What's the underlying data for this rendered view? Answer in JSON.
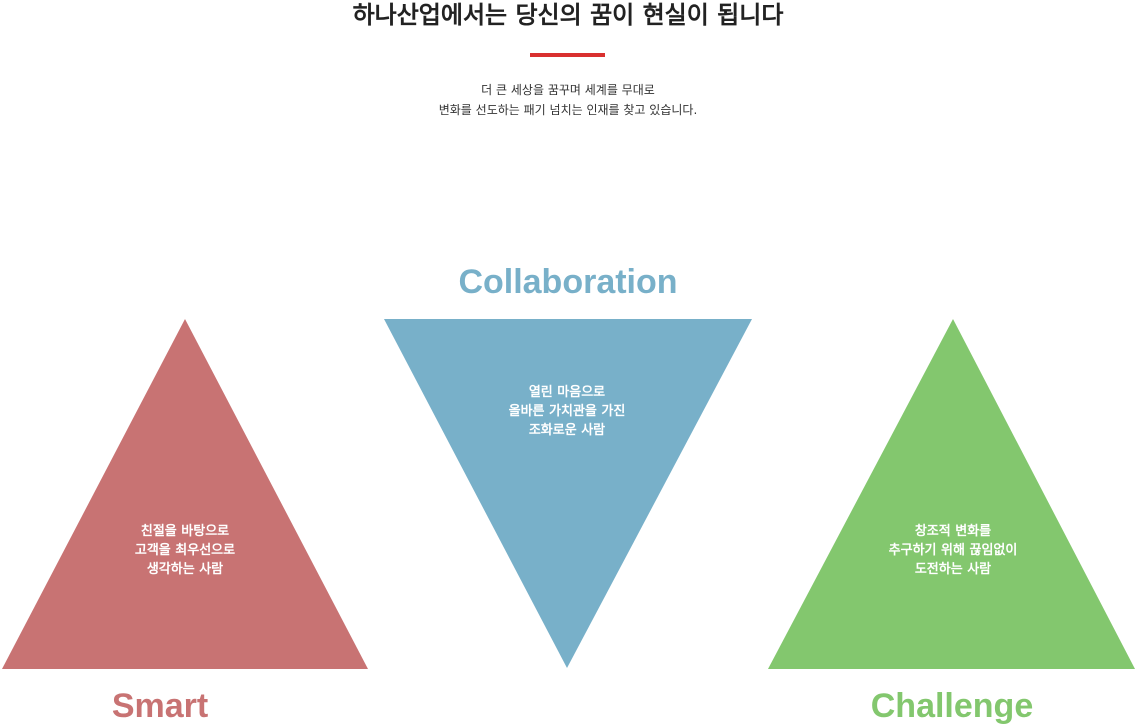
{
  "header": {
    "title": "하나산업에서는 당신의 꿈이 현실이 됩니다",
    "subtitle_lines": [
      "더 큰 세상을 꿈꾸며 세계를 무대로",
      "변화를 선도하는 패기 넘치는 인재를 찾고 있습니다."
    ]
  },
  "colors": {
    "accent": "#d9302f",
    "smart": "#c87373",
    "collaboration": "#78b0c9",
    "challenge": "#83c76e"
  },
  "values": [
    {
      "key": "smart",
      "title": "Smart",
      "lines": [
        "친절을 바탕으로",
        "고객을 최우선으로",
        "생각하는 사람"
      ]
    },
    {
      "key": "collaboration",
      "title": "Collaboration",
      "lines": [
        "열린 마음으로",
        "올바른 가치관을 가진",
        "조화로운 사람"
      ]
    },
    {
      "key": "challenge",
      "title": "Challenge",
      "lines": [
        "창조적 변화를",
        "추구하기 위해 끊임없이",
        "도전하는 사람"
      ]
    }
  ]
}
